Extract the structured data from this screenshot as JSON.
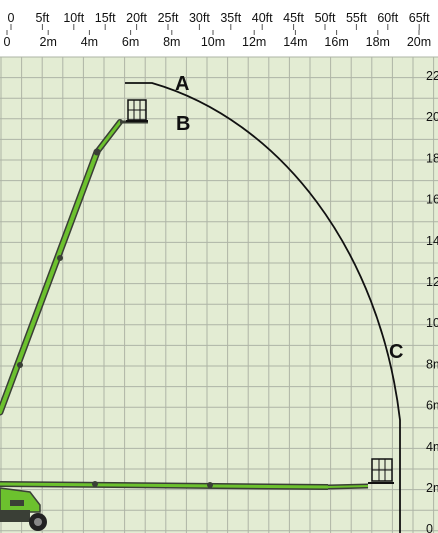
{
  "feet_scale": [
    "0",
    "5ft",
    "10ft",
    "15ft",
    "20ft",
    "25ft",
    "30ft",
    "35ft",
    "40ft",
    "45ft",
    "50ft",
    "55ft",
    "60ft",
    "65ft"
  ],
  "meter_scale": [
    "0",
    "2m",
    "4m",
    "6m",
    "8m",
    "10m",
    "12m",
    "14m",
    "16m",
    "18m",
    "20m"
  ],
  "height_scale": [
    "22",
    "20",
    "18",
    "16",
    "14",
    "12",
    "10",
    "8m",
    "6m",
    "4m",
    "2m",
    "0"
  ],
  "points": [
    {
      "id": "A",
      "label": "A"
    },
    {
      "id": "B",
      "label": "B"
    },
    {
      "id": "C",
      "label": "C"
    }
  ],
  "colors": {
    "grid_background": "#e3ecd3",
    "grid_line": "#aeb4a6",
    "boom_green": "#6cc12e",
    "boom_dark": "#3a3f36",
    "envelope_line": "#111111"
  }
}
